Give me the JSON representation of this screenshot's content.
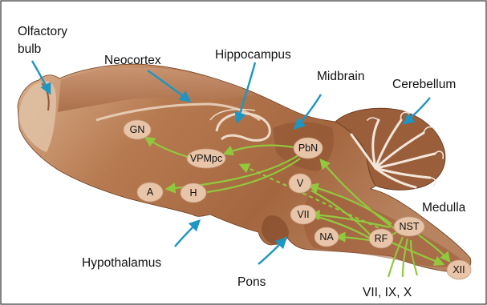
{
  "labels": {
    "olfactory_bulb": [
      "Olfactory",
      "bulb"
    ],
    "neocortex": "Neocortex",
    "hippocampus": "Hippocampus",
    "midbrain": "Midbrain",
    "cerebellum": "Cerebellum",
    "medulla": "Medulla",
    "hypothalamus": "Hypothalamus",
    "pons": "Pons",
    "cranial_nerves": "VII, IX, X"
  },
  "nuclei": {
    "gn": "GN",
    "vpmpc": "VPMpc",
    "pbn": "PbN",
    "a": "A",
    "h": "H",
    "v": "V",
    "vii": "VII",
    "na": "NA",
    "rf": "RF",
    "nst": "NST",
    "xii": "XII"
  },
  "colors": {
    "pointer": "#1d96c4",
    "tract": "#92c83e",
    "nucleus_fill": "#e8c4a8",
    "tissue": "#a86c45"
  }
}
